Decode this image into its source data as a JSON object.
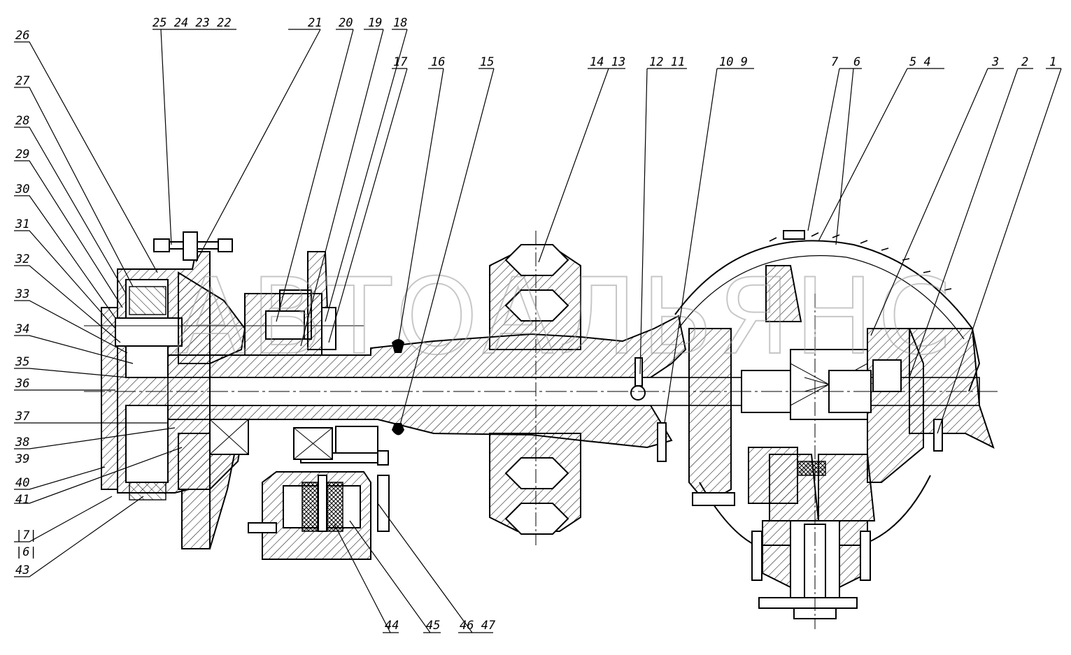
{
  "watermark": "АВТОАЛЬЯНС",
  "top_callouts": [
    {
      "text": "25  24  23  22"
    },
    {
      "text": "21"
    },
    {
      "text": "20"
    },
    {
      "text": "19"
    },
    {
      "text": "18"
    },
    {
      "text": "17"
    },
    {
      "text": "16"
    },
    {
      "text": "15"
    },
    {
      "text": "14  13"
    },
    {
      "text": "12  11"
    },
    {
      "text": "10   9"
    },
    {
      "text": "7"
    },
    {
      "text": "6"
    },
    {
      "text": "5   4"
    },
    {
      "text": "3"
    },
    {
      "text": "2"
    },
    {
      "text": "1"
    }
  ],
  "left_callouts": [
    {
      "text": "26"
    },
    {
      "text": "27"
    },
    {
      "text": "28"
    },
    {
      "text": "29"
    },
    {
      "text": "30"
    },
    {
      "text": "31"
    },
    {
      "text": "32"
    },
    {
      "text": "33"
    },
    {
      "text": "34"
    },
    {
      "text": "35"
    },
    {
      "text": "36"
    },
    {
      "text": "37"
    },
    {
      "text": "38"
    },
    {
      "text": "39"
    },
    {
      "text": "40"
    },
    {
      "text": "41"
    },
    {
      "text": "|7|"
    },
    {
      "text": "|6|"
    },
    {
      "text": "43"
    }
  ],
  "bottom_callouts": [
    {
      "text": "44"
    },
    {
      "text": "45"
    },
    {
      "text": "46  47"
    }
  ]
}
